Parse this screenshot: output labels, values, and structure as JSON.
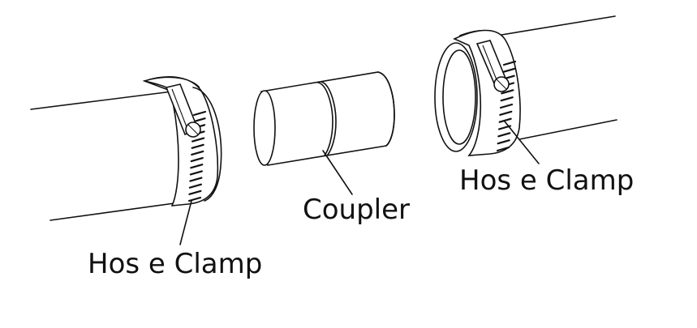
{
  "labels": {
    "coupler": "Coupler",
    "clamp_left": "Hos e Clamp",
    "clamp_right": "Hos e Clamp"
  },
  "colors": {
    "stroke": "#111111",
    "background": "#ffffff"
  }
}
